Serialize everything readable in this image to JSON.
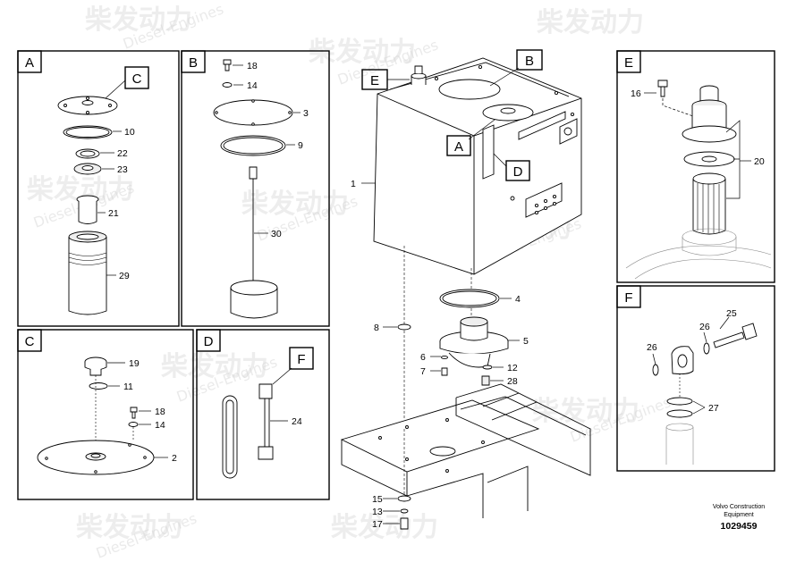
{
  "watermark": {
    "brand_cn": "柴发动力",
    "brand_en": "Diesel-Engines"
  },
  "sections": {
    "A": {
      "label": "A",
      "callout": "C"
    },
    "B": {
      "label": "B"
    },
    "C": {
      "label": "C"
    },
    "D": {
      "label": "D",
      "callout": "F"
    },
    "E": {
      "label": "E"
    },
    "F": {
      "label": "F"
    }
  },
  "main_callouts": {
    "E": "E",
    "B": "B",
    "A": "A",
    "D": "D"
  },
  "part_numbers": {
    "a10": "10",
    "a22": "22",
    "a23": "23",
    "a21": "21",
    "a29": "29",
    "b18": "18",
    "b14": "14",
    "b3": "3",
    "b9": "9",
    "b30": "30",
    "c19": "19",
    "c11": "11",
    "c18": "18",
    "c14": "14",
    "c2": "2",
    "d24": "24",
    "m1": "1",
    "m4": "4",
    "m5": "5",
    "m8": "8",
    "m6": "6",
    "m7": "7",
    "m12": "12",
    "m28": "28",
    "m15": "15",
    "m13": "13",
    "m17": "17",
    "e16": "16",
    "e20": "20",
    "f25": "25",
    "f26a": "26",
    "f26b": "26",
    "f27": "27"
  },
  "reference": {
    "line1": "Volvo Construction",
    "line2": "Equipment",
    "number": "1029459"
  }
}
